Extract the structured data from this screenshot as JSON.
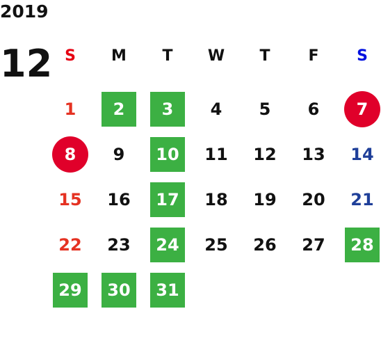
{
  "calendar": {
    "year": "2019",
    "month": "12",
    "weekdays": [
      "S",
      "M",
      "T",
      "W",
      "T",
      "F",
      "S"
    ],
    "weeks": [
      [
        {
          "day": "1",
          "style": "sun"
        },
        {
          "day": "2",
          "style": "green"
        },
        {
          "day": "3",
          "style": "green"
        },
        {
          "day": "4",
          "style": "plain"
        },
        {
          "day": "5",
          "style": "plain"
        },
        {
          "day": "6",
          "style": "plain"
        },
        {
          "day": "7",
          "style": "circle"
        }
      ],
      [
        {
          "day": "8",
          "style": "circle"
        },
        {
          "day": "9",
          "style": "plain"
        },
        {
          "day": "10",
          "style": "green"
        },
        {
          "day": "11",
          "style": "plain"
        },
        {
          "day": "12",
          "style": "plain"
        },
        {
          "day": "13",
          "style": "plain"
        },
        {
          "day": "14",
          "style": "sat"
        }
      ],
      [
        {
          "day": "15",
          "style": "sun"
        },
        {
          "day": "16",
          "style": "plain"
        },
        {
          "day": "17",
          "style": "green"
        },
        {
          "day": "18",
          "style": "plain"
        },
        {
          "day": "19",
          "style": "plain"
        },
        {
          "day": "20",
          "style": "plain"
        },
        {
          "day": "21",
          "style": "sat"
        }
      ],
      [
        {
          "day": "22",
          "style": "sun"
        },
        {
          "day": "23",
          "style": "plain"
        },
        {
          "day": "24",
          "style": "green"
        },
        {
          "day": "25",
          "style": "plain"
        },
        {
          "day": "26",
          "style": "plain"
        },
        {
          "day": "27",
          "style": "plain"
        },
        {
          "day": "28",
          "style": "green"
        }
      ],
      [
        {
          "day": "29",
          "style": "green"
        },
        {
          "day": "30",
          "style": "green"
        },
        {
          "day": "31",
          "style": "green"
        }
      ]
    ]
  },
  "colors": {
    "green": "#3cb043",
    "circle": "#e0002a",
    "sunday_text": "#e53222",
    "saturday_text": "#1f3f99",
    "sunday_header": "#e60012",
    "saturday_header": "#0010e0"
  }
}
